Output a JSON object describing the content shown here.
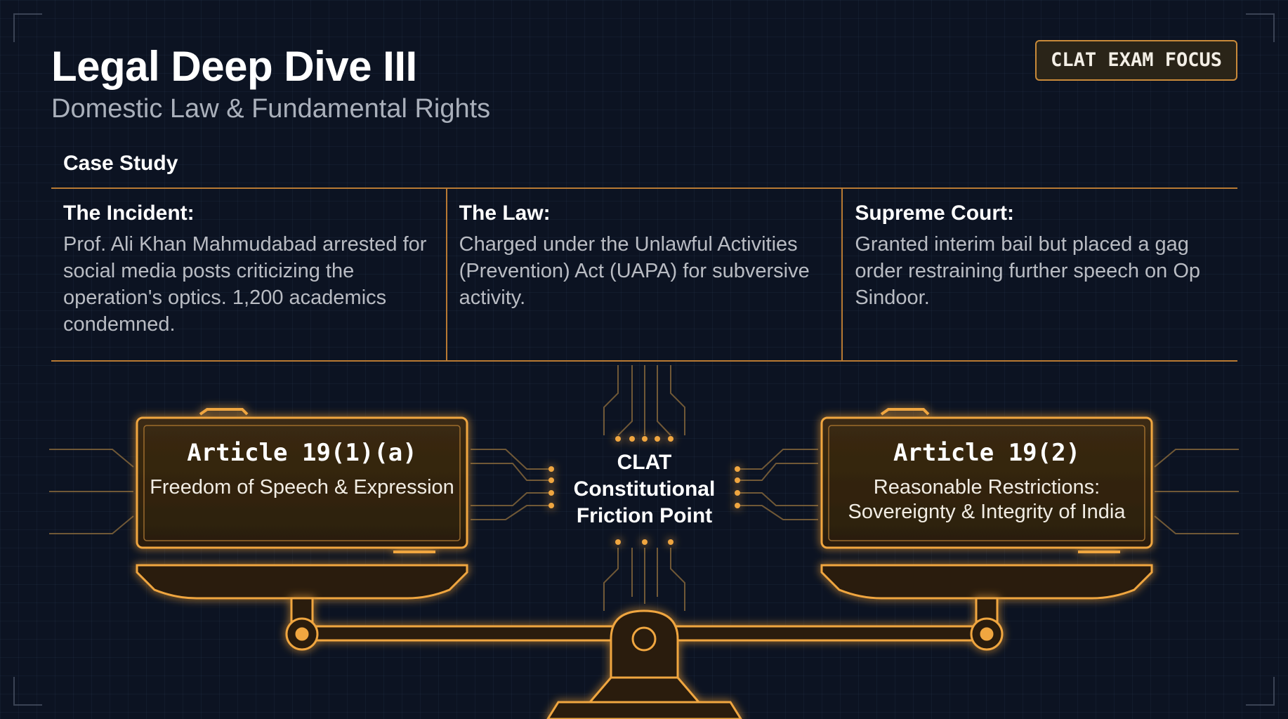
{
  "header": {
    "title": "Legal Deep Dive III",
    "subtitle": "Domestic Law & Fundamental Rights",
    "badge": "CLAT EXAM FOCUS"
  },
  "case_study": {
    "label": "Case Study",
    "columns": [
      {
        "heading": "The Incident:",
        "body": "Prof. Ali Khan Mahmudabad arrested for social media posts criticizing the operation's optics. 1,200 academics condemned."
      },
      {
        "heading": "The Law:",
        "body": "Charged under the Unlawful Activities (Prevention) Act (UAPA) for subversive activity."
      },
      {
        "heading": "Supreme Court:",
        "body": "Granted interim bail but placed a gag order restraining further speech on Op Sindoor."
      }
    ]
  },
  "scale": {
    "left": {
      "title": "Article 19(1)(a)",
      "subtitle": "Freedom of Speech & Expression"
    },
    "right": {
      "title": "Article 19(2)",
      "subtitle": "Reasonable Restrictions: Sovereignty & Integrity of India"
    },
    "center": "CLAT Constitutional Friction Point"
  },
  "colors": {
    "accent": "#f0a640",
    "background": "#0c1322",
    "divider": "#b87a33"
  }
}
